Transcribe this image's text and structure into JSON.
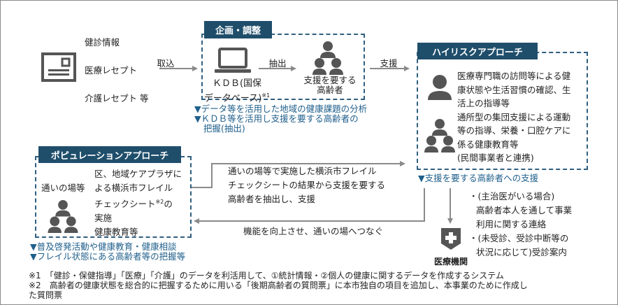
{
  "sources": {
    "items": [
      "健診情報",
      "医療レセプト",
      "介護レセプト 等"
    ]
  },
  "arrows": {
    "import_label": "取込",
    "extract_label": "抽出",
    "support_label": "支援"
  },
  "planning": {
    "header": "企画・調整",
    "kdb_line1": "ＫＤＢ(国保",
    "kdb_line2": "データベース)",
    "kdb_note": "※1",
    "target_line1": "支援を要する",
    "target_line2": "高齢者",
    "notes": [
      "▼データ等を活用した地域の健康課題の分析",
      "▼ＫＤＢ等を活用し支援を要する高齢者の",
      "把握(抽出)"
    ]
  },
  "high_risk": {
    "header": "ハイリスクアプローチ",
    "lines": [
      "医療専門職の訪問等による健",
      "康状態や生活習慣の確認、生",
      "活上の指導等",
      "通所型の集団支援による運動",
      "等の指導、栄養・口腔ケアに",
      "係る健康教育等",
      "(民間事業者と連携)"
    ],
    "note": "▼支援を要する高齢者への支援"
  },
  "population": {
    "header": "ポピュレーションアプローチ",
    "place": "通いの場等",
    "lines": [
      "区、地域ケアプラザに",
      "よる横浜市フレイル",
      "チェックシート",
      "の",
      "実施",
      "健康教育等"
    ],
    "sheet_note": "※2",
    "notes": [
      "▼普及啓発活動や健康教育・健康相談",
      "▼フレイル状態にある高齢者等の把握等"
    ]
  },
  "flow": {
    "to_high_risk": [
      "通いの場等で実施した横浜市フレイル",
      "チェックシートの結果から支援を要する",
      "高齢者を抽出し、支援"
    ],
    "to_population": "機能を向上させ、通いの場へつなぐ"
  },
  "medical": {
    "label": "医療機関",
    "bullets": [
      "・(主治医がいる場合)",
      "高齢者本人を通して事業",
      "利用に関する連絡",
      "・(未受診、受診中断等の",
      "状況に応じて)受診案内"
    ]
  },
  "footnotes": [
    "※1　「健診・保健指導」「医療」「介護」のデータを利活用して、①統計情報・②個人の健康に関するデータを作成するシステム",
    "※2　高齢者の健康状態を総合的に把握するために用いる「後期高齢者の質問票」に本市独自の項目を追加し、本事業のために作成し",
    "た質問票"
  ],
  "colors": {
    "header_bg": "#1f4e6b",
    "accent_text": "#1f5f8b",
    "icon": "#555555",
    "connector": "#8a8a8a"
  }
}
